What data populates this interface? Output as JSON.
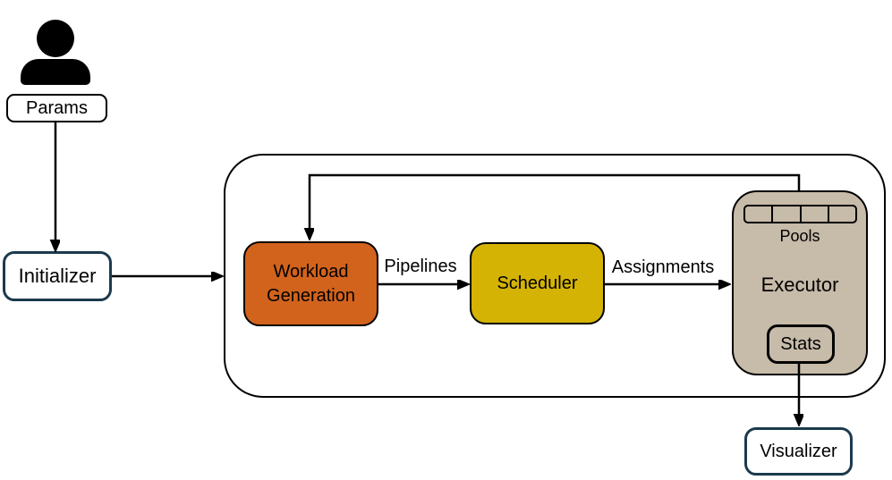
{
  "diagram": {
    "nodes": {
      "params": {
        "label": "Params"
      },
      "initializer": {
        "label": "Initializer"
      },
      "workload_generation": {
        "label": "Workload Generation"
      },
      "scheduler": {
        "label": "Scheduler"
      },
      "executor": {
        "label": "Executor",
        "pools_label": "Pools",
        "pool_cells": 4,
        "stats_label": "Stats"
      },
      "visualizer": {
        "label": "Visualizer"
      }
    },
    "edge_labels": {
      "pipelines": "Pipelines",
      "assignments": "Assignments"
    },
    "icons": {
      "user": "user-icon"
    },
    "colors": {
      "workload_fill": "#D2631D",
      "scheduler_fill": "#D4B304",
      "executor_fill": "#C7BBA9",
      "io_border": "#1B3A4D",
      "line": "#000000"
    }
  }
}
